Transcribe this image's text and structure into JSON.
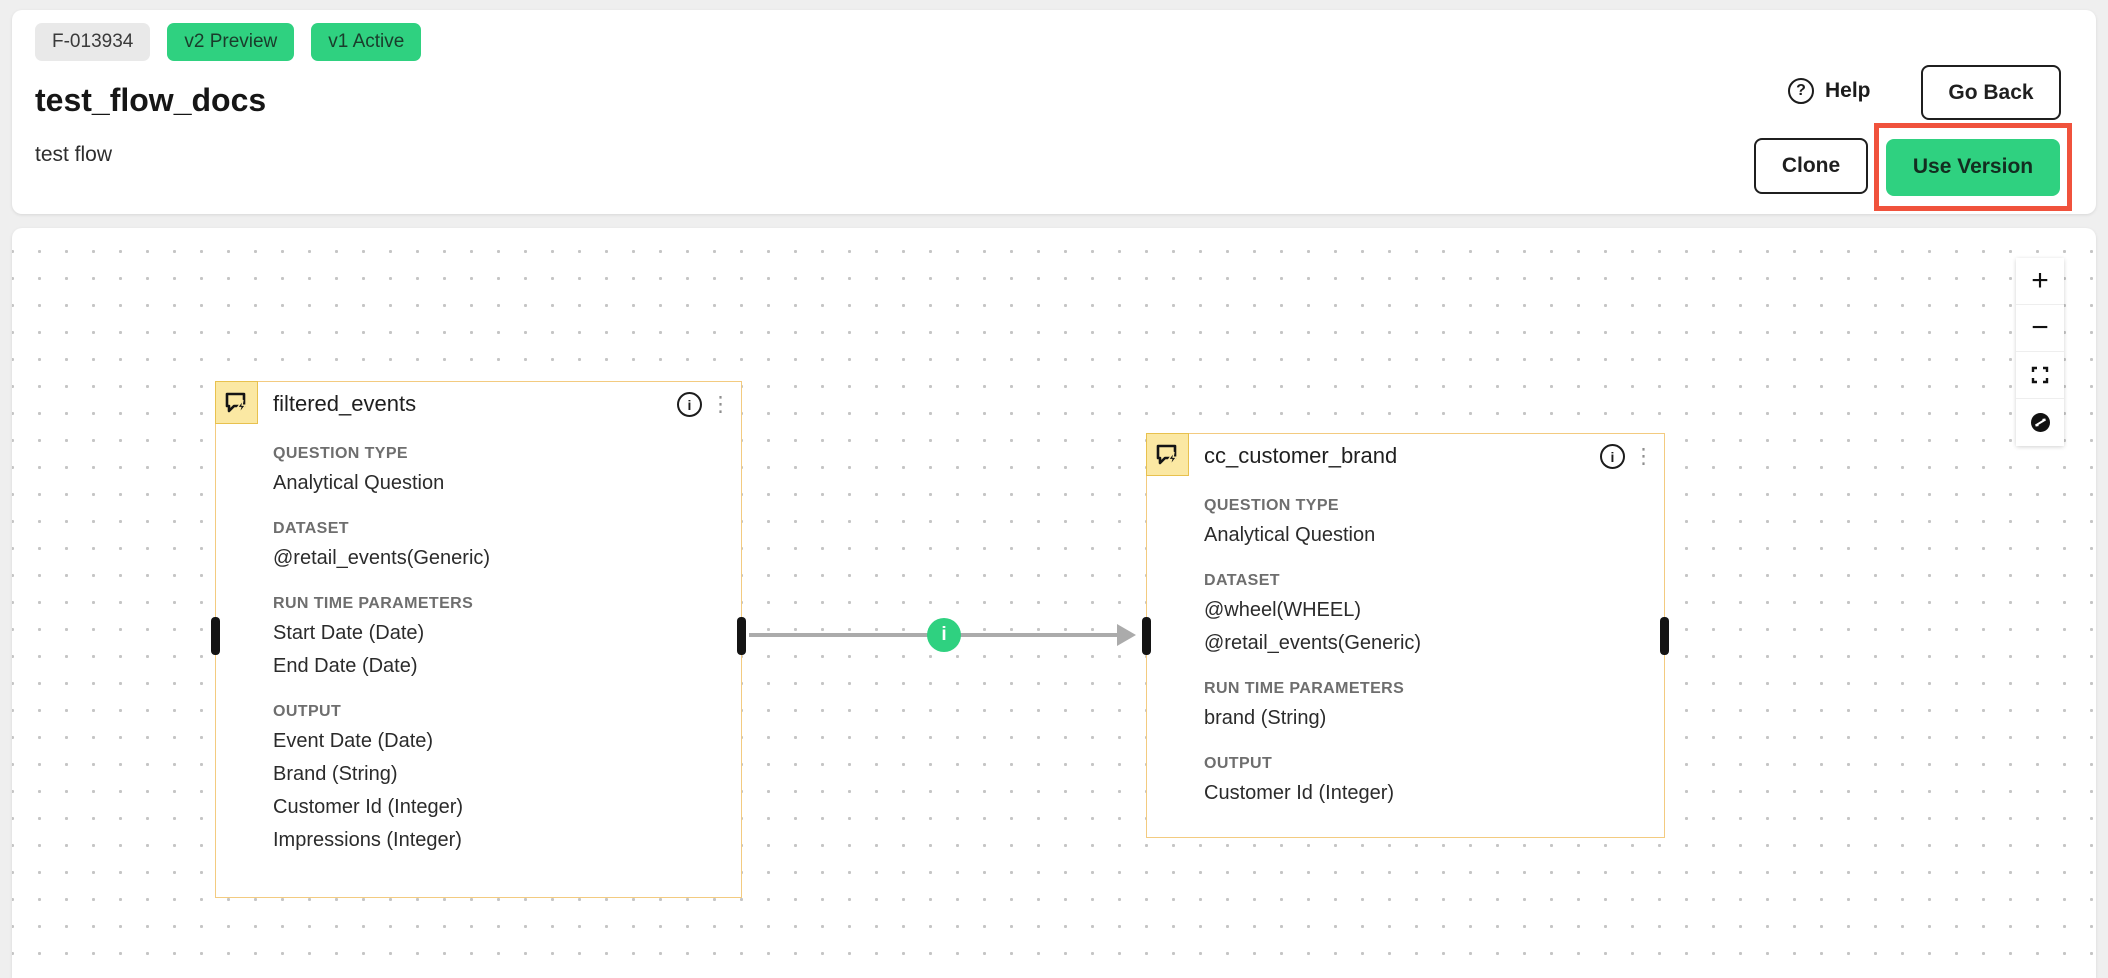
{
  "header": {
    "flow_id": "F-013934",
    "version_badges": [
      {
        "label": "v2 Preview"
      },
      {
        "label": "v1 Active"
      }
    ],
    "title": "test_flow_docs",
    "subtitle": "test flow",
    "help_label": "Help",
    "go_back_label": "Go Back",
    "clone_label": "Clone",
    "use_version_label": "Use Version"
  },
  "icons": {
    "help_glyph": "?",
    "info_glyph": "i",
    "kebab_glyph": "⋮"
  },
  "colors": {
    "accent_green": "#2FD180",
    "annotation_red": "#F0523C",
    "node_border_yellow": "#F3CB80",
    "icon_box_yellow": "#FBE8A3",
    "edge_gray": "#ABABAB"
  },
  "canvas": {
    "nodes": [
      {
        "title": "filtered_events",
        "sections": [
          {
            "label": "QUESTION TYPE",
            "values": [
              "Analytical Question"
            ]
          },
          {
            "label": "DATASET",
            "values": [
              "@retail_events(Generic)"
            ]
          },
          {
            "label": "RUN TIME PARAMETERS",
            "values": [
              "Start Date (Date)",
              "End Date (Date)"
            ]
          },
          {
            "label": "OUTPUT",
            "values": [
              "Event Date (Date)",
              "Brand (String)",
              "Customer Id (Integer)",
              "Impressions (Integer)"
            ]
          }
        ]
      },
      {
        "title": "cc_customer_brand",
        "sections": [
          {
            "label": "QUESTION TYPE",
            "values": [
              "Analytical Question"
            ]
          },
          {
            "label": "DATASET",
            "values": [
              "@wheel(WHEEL)",
              "@retail_events(Generic)"
            ]
          },
          {
            "label": "RUN TIME PARAMETERS",
            "values": [
              "brand (String)"
            ]
          },
          {
            "label": "OUTPUT",
            "values": [
              "Customer Id (Integer)"
            ]
          }
        ]
      }
    ],
    "edge": {
      "info_glyph": "i"
    },
    "controls": {
      "zoom_in_glyph": "+",
      "zoom_out_glyph": "−"
    }
  }
}
